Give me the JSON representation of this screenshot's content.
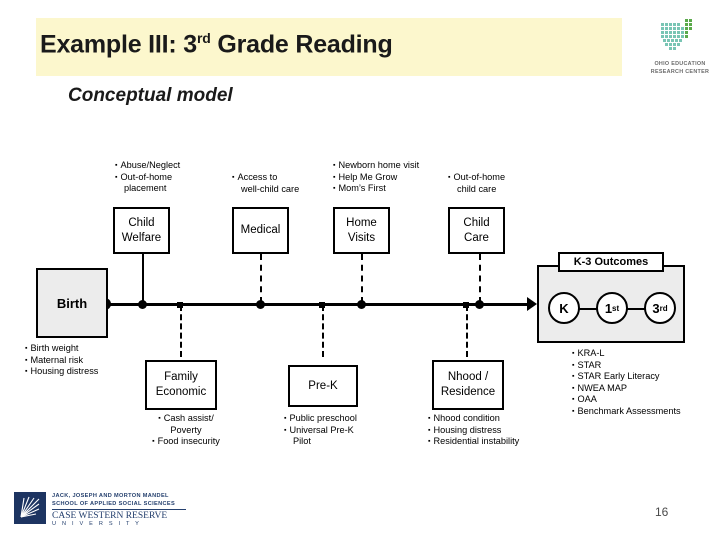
{
  "header": {
    "title_main": "Example III: 3",
    "title_sup": "rd",
    "title_rest": " Grade Reading",
    "subtitle": "Conceptual model",
    "logo": {
      "line1": "OHIO EDUCATION",
      "line2": "RESEARCH CENTER",
      "name": "ohio-education-research-center-logo"
    },
    "band_color": "#fcf7cd"
  },
  "diagram": {
    "top_nodes": [
      {
        "id": "child-welfare",
        "label_line1": "Child",
        "label_line2": "Welfare",
        "bullets": [
          "Abuse/Neglect",
          "Out-of-home"
        ],
        "bullet_cont": "placement",
        "connector": "solid"
      },
      {
        "id": "medical",
        "label_line1": "Medical",
        "label_line2": "",
        "bullets": [
          "Access to"
        ],
        "bullet_cont": "well-child care",
        "connector": "dashed"
      },
      {
        "id": "home-visits",
        "label_line1": "Home",
        "label_line2": "Visits",
        "bullets": [
          "Newborn home visit",
          "Help Me Grow",
          "Mom’s First"
        ],
        "bullet_cont": "",
        "connector": "dashed"
      },
      {
        "id": "child-care",
        "label_line1": "Child",
        "label_line2": "Care",
        "bullets": [
          "Out-of-home"
        ],
        "bullet_cont": "child care",
        "connector": "dashed"
      }
    ],
    "birth": {
      "label": "Birth",
      "bullets": [
        "Birth weight",
        "Maternal risk",
        "Housing distress"
      ]
    },
    "bottom_nodes": [
      {
        "id": "family-economic",
        "label_line1": "Family",
        "label_line2": "Economic",
        "bullets": [
          "Cash assist/",
          "Food insecurity"
        ],
        "bullet_cont": "Poverty"
      },
      {
        "id": "pre-k",
        "label_line1": "Pre-K",
        "label_line2": "",
        "bullets": [
          "Public preschool",
          "Universal Pre-K"
        ],
        "bullet_cont": "Pilot"
      },
      {
        "id": "nhood-residence",
        "label_line1": "Nhood /",
        "label_line2": "Residence",
        "bullets": [
          "Nhood condition",
          "Housing distress",
          "Residential instability"
        ],
        "bullet_cont": ""
      }
    ],
    "outcomes": {
      "panel_label": "K-3 Outcomes",
      "grades": [
        {
          "base": "K",
          "sup": ""
        },
        {
          "base": "1",
          "sup": "st"
        },
        {
          "base": "3",
          "sup": "rd"
        }
      ],
      "measures": [
        "KRA-L",
        "STAR",
        "STAR Early Literacy",
        "NWEA MAP",
        "OAA",
        "Benchmark Assessments"
      ]
    }
  },
  "footer": {
    "institution": {
      "line1": "JACK, JOSEPH AND MORTON MANDEL",
      "line2": "SCHOOL OF APPLIED SOCIAL SCIENCES",
      "line3": "CASE WESTERN RESERVE",
      "line4": "U N I V E R S I T Y"
    },
    "page_number": "16"
  }
}
